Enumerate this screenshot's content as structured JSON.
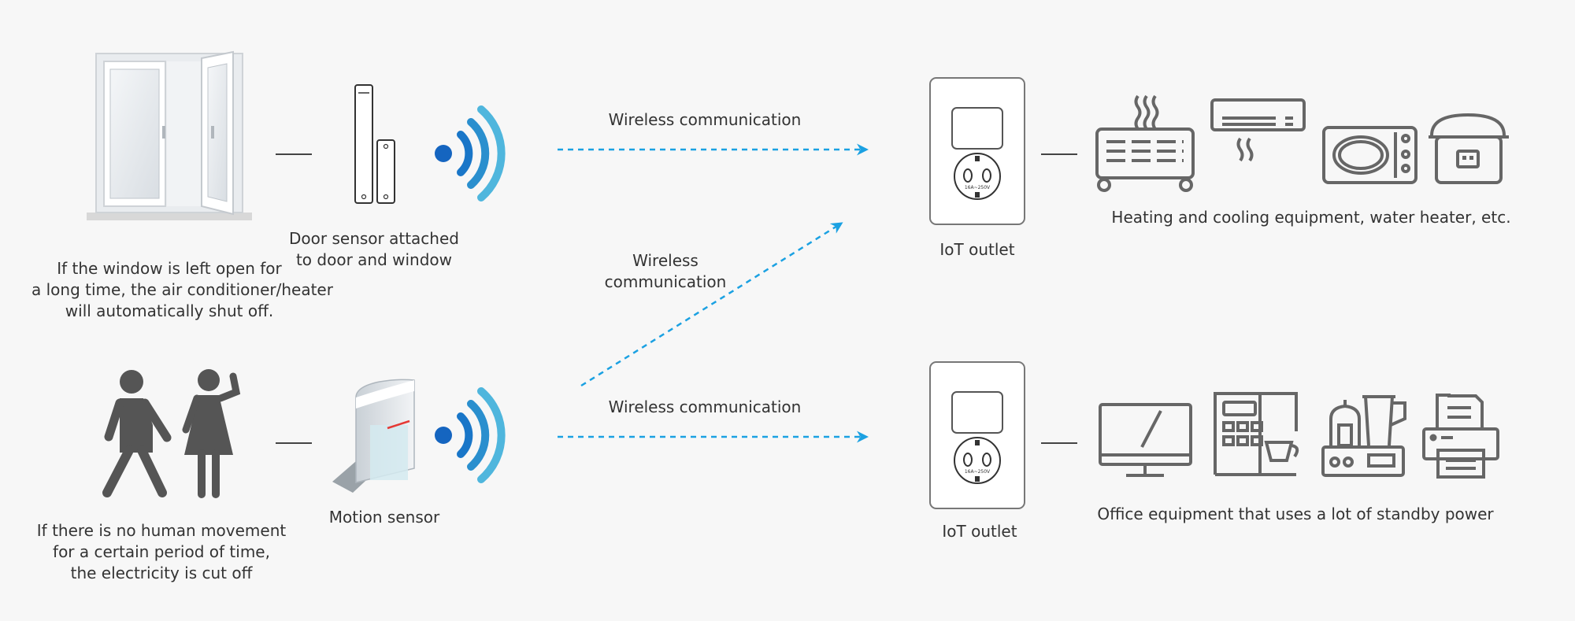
{
  "colors": {
    "background": "#f7f7f7",
    "icon_gray": "#666666",
    "outline_gray": "#777777",
    "wireless_blue": "#1e9ad6",
    "arrow_blue": "#1ba1e2",
    "sensor_red": "#e53935"
  },
  "icons": {
    "window": "window-icon",
    "door_sensor": "door-sensor-icon",
    "motion_sensor": "motion-sensor-icon",
    "wireless": "wifi-signal-icon",
    "people": "people-icon",
    "outlet": "iot-outlet-icon",
    "heater": "heater-icon",
    "air_conditioner": "air-conditioner-icon",
    "microwave": "microwave-icon",
    "rice_cooker": "rice-cooker-icon",
    "monitor": "monitor-icon",
    "coffee_machine": "coffee-machine-icon",
    "blender": "blender-icon",
    "printer": "printer-icon"
  },
  "top_row": {
    "trigger_caption": [
      "If the window is left open for",
      "a long time, the air conditioner/heater",
      "will automatically shut off."
    ],
    "sensor_caption": [
      "Door sensor attached",
      "to door and window"
    ],
    "arrow_label": "Wireless communication",
    "outlet_label": "IoT outlet",
    "outlet_rating": "16A~250V",
    "devices_caption": "Heating and cooling equipment, water heater, etc."
  },
  "middle": {
    "arrow_label": [
      "Wireless",
      "communication"
    ]
  },
  "bottom_row": {
    "trigger_caption": [
      "If there is no human movement",
      "for a certain period of time,",
      "the electricity is cut off"
    ],
    "sensor_caption": "Motion sensor",
    "arrow_label": "Wireless communication",
    "outlet_label": "IoT outlet",
    "outlet_rating": "16A~250V",
    "devices_caption": "Office equipment that uses a lot of standby power"
  }
}
